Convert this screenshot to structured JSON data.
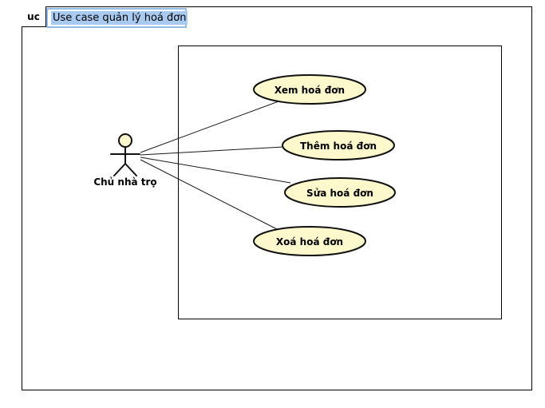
{
  "frame": {
    "keyword": "uc",
    "title": "Use case quản lý hoá đơn"
  },
  "actor": {
    "name": "Chủ nhà trọ"
  },
  "use_cases": [
    {
      "label": "Xem hoá đơn"
    },
    {
      "label": "Thêm hoá đơn"
    },
    {
      "label": "Sửa hoá đơn"
    },
    {
      "label": "Xoá hoá đơn"
    }
  ],
  "associations": [
    {
      "from": "Chủ nhà trọ",
      "to": "Xem hoá đơn"
    },
    {
      "from": "Chủ nhà trọ",
      "to": "Thêm hoá đơn"
    },
    {
      "from": "Chủ nhà trọ",
      "to": "Sửa hoá đơn"
    },
    {
      "from": "Chủ nhà trọ",
      "to": "Xoá hoá đơn"
    }
  ],
  "colors": {
    "use_case_fill": "#fdf9cc",
    "actor_head_fill": "#fdf9cc",
    "shape_border": "#111111",
    "selection_highlight": "#a9caf0",
    "editbox_border": "#93bbea"
  }
}
